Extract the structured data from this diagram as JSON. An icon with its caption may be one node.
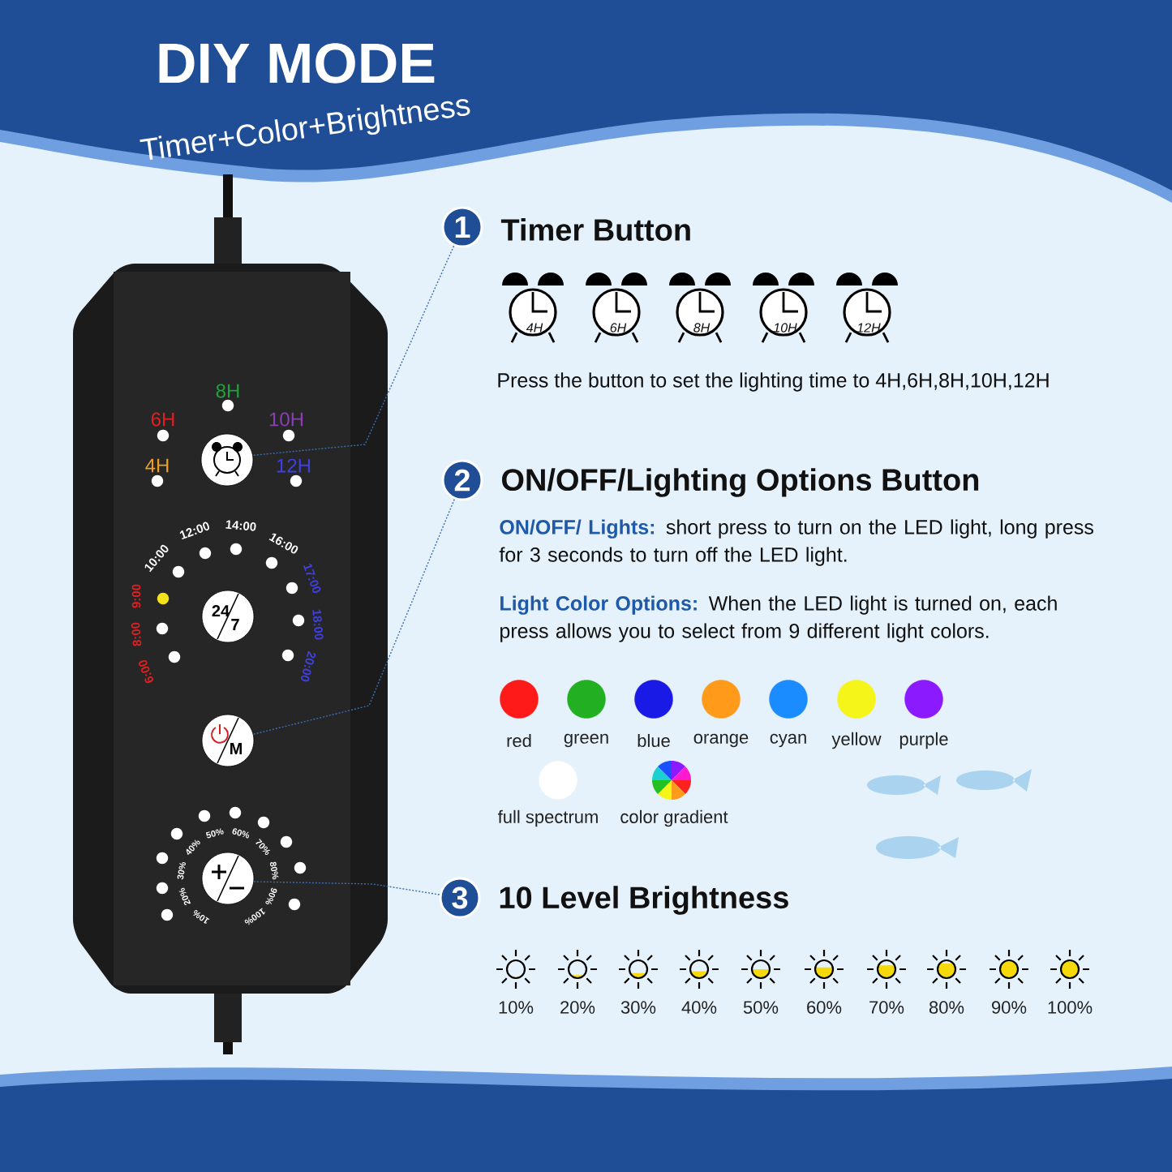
{
  "diagram": {
    "title": "DIY MODE",
    "nodes": [
      {
        "text": [],
        "shape": "circle"
      },
      {
        "text": [
          "24",
          "7"
        ]
      },
      {
        "text": [
          "M"
        ]
      },
      {
        "text": [],
        "shape": "circle"
      },
      {
        "text": [
          "1"
        ],
        "beside": [
          "Timer Button"
        ]
      },
      {
        "text": [
          "2"
        ],
        "beside": [
          "ON/OFF/Lighting Options Button"
        ]
      },
      {
        "text": [
          "3"
        ],
        "beside": [
          "10 Level Brightness"
        ]
      }
    ],
    "edges": [
      {
        "from": 4,
        "to": 0,
        "arrow": "none"
      },
      {
        "from": 5,
        "to": 2,
        "arrow": "none"
      },
      {
        "from": 6,
        "to": 3,
        "arrow": "none"
      }
    ],
    "labels": [
      "Timer+Color+Brightness",
      "8H",
      "6H",
      "10H",
      "4H",
      "12H",
      "10:00",
      "12:00",
      "14:00",
      "16:00",
      "17:00",
      "18:00",
      "20:00",
      "9:00",
      "8:00",
      "6:00",
      "10%",
      "20%",
      "30%",
      "40%",
      "50%",
      "60%",
      "70%",
      "80%",
      "90%",
      "100%",
      "4H",
      "6H",
      "8H",
      "10H",
      "12H",
      "Press the button to set the lighting time to 4H,6H,8H,10H,12H",
      "ON/OFF/ Lights:",
      "short press to turn on the LED light, long press for 3 seconds to turn off the LED light.",
      "Light Color Options:",
      "When the LED light is turned on, each press allows you to select from 9 different light colors.",
      "10%",
      "20%",
      "30%",
      "40%",
      "50%",
      "60%",
      "70%",
      "80%",
      "90%",
      "100%"
    ],
    "legend": [
      {
        "text": "red",
        "color": "#ff1a1a"
      },
      {
        "text": "green",
        "color": "#22b022"
      },
      {
        "text": "blue",
        "color": "#1a1ae6"
      },
      {
        "text": "orange",
        "color": "#ff9a1a"
      },
      {
        "text": "cyan",
        "color": "#1a8cff"
      },
      {
        "text": "yellow",
        "color": "#f5f51a"
      },
      {
        "text": "purple",
        "color": "#8c1aff"
      },
      {
        "text": "full spectrum",
        "color": "#ffffff"
      },
      {
        "text": "color gradient"
      }
    ]
  }
}
